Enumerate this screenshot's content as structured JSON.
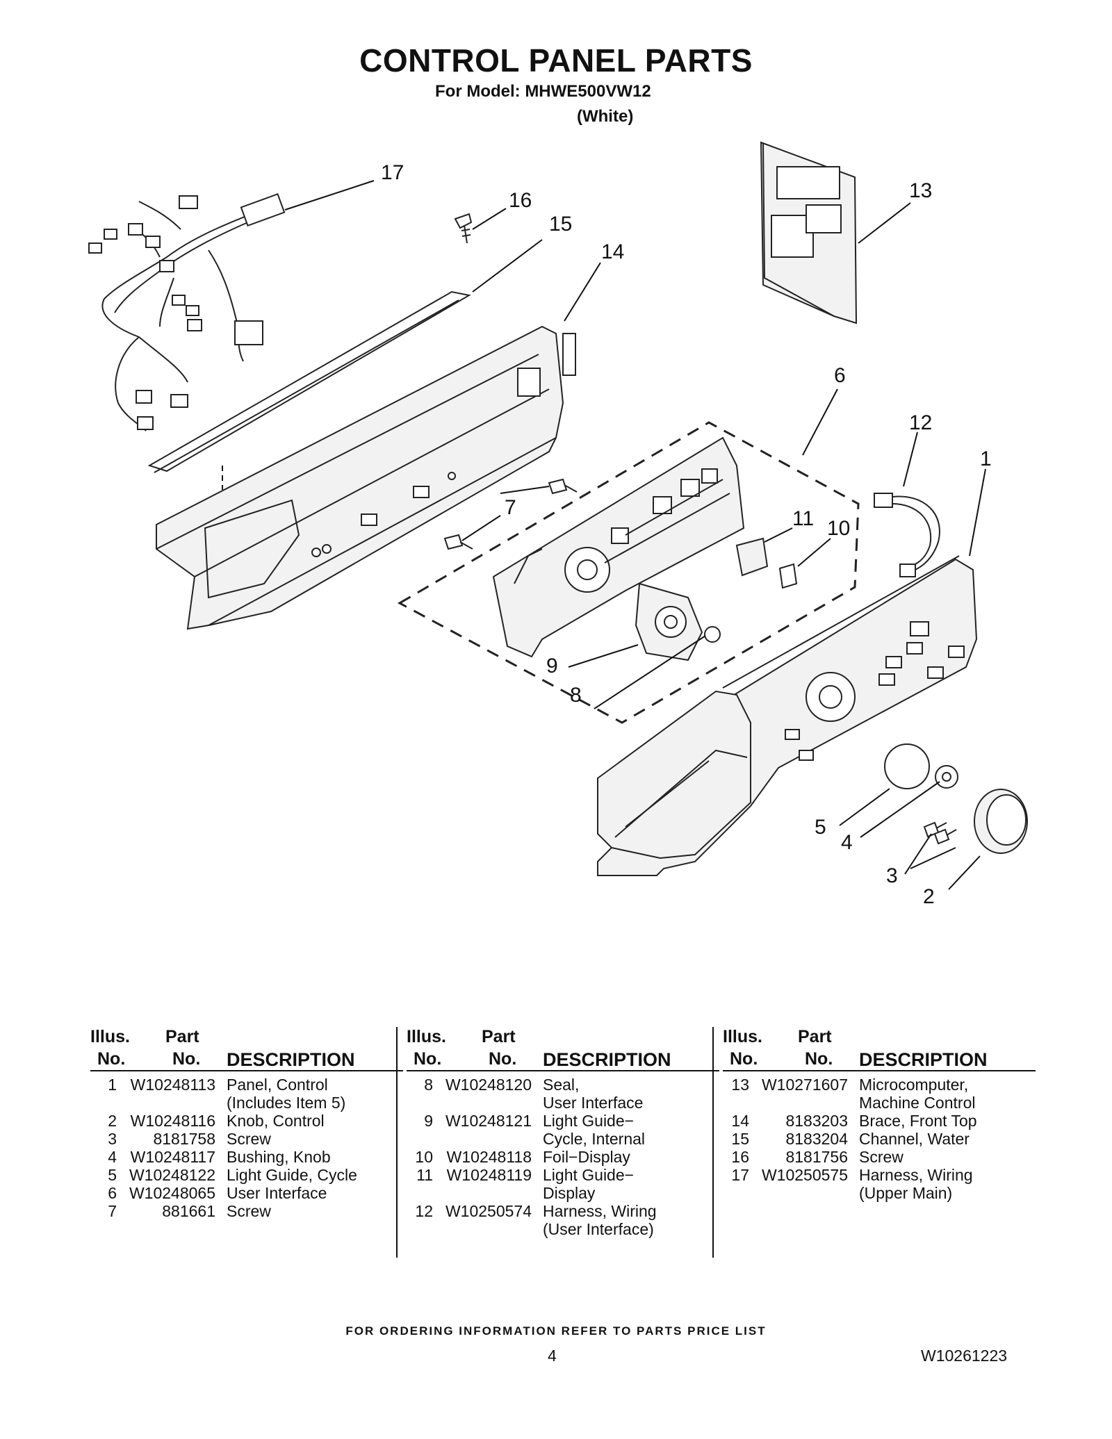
{
  "header": {
    "title": "CONTROL PANEL PARTS",
    "model_line": "For Model: MHWE500VW12",
    "color_line": "(White)"
  },
  "diagram": {
    "callouts": [
      "17",
      "16",
      "15",
      "14",
      "13",
      "6",
      "12",
      "1",
      "11",
      "10",
      "7",
      "7",
      "9",
      "8",
      "5",
      "4",
      "3",
      "2"
    ]
  },
  "tables": [
    {
      "headers": {
        "illus_top": "Illus.",
        "illus_bottom": "No.",
        "part_top": "Part",
        "part_bottom": "No.",
        "description": "DESCRIPTION"
      },
      "rows": [
        {
          "no": "1",
          "part": "W10248113",
          "desc": [
            "Panel, Control",
            "(Includes Item 5)"
          ]
        },
        {
          "no": "2",
          "part": "W10248116",
          "desc": [
            "Knob, Control"
          ]
        },
        {
          "no": "3",
          "part": "8181758",
          "desc": [
            "Screw"
          ]
        },
        {
          "no": "4",
          "part": "W10248117",
          "desc": [
            "Bushing, Knob"
          ]
        },
        {
          "no": "5",
          "part": "W10248122",
          "desc": [
            "Light Guide, Cycle"
          ]
        },
        {
          "no": "6",
          "part": "W10248065",
          "desc": [
            "User Interface"
          ]
        },
        {
          "no": "7",
          "part": "881661",
          "desc": [
            "Screw"
          ]
        }
      ]
    },
    {
      "headers": {
        "illus_top": "Illus.",
        "illus_bottom": "No.",
        "part_top": "Part",
        "part_bottom": "No.",
        "description": "DESCRIPTION"
      },
      "rows": [
        {
          "no": "8",
          "part": "W10248120",
          "desc": [
            "Seal,",
            "User Interface"
          ]
        },
        {
          "no": "9",
          "part": "W10248121",
          "desc": [
            "Light Guide−",
            "Cycle, Internal"
          ]
        },
        {
          "no": "10",
          "part": "W10248118",
          "desc": [
            "Foil−Display"
          ]
        },
        {
          "no": "11",
          "part": "W10248119",
          "desc": [
            "Light Guide−",
            "Display"
          ]
        },
        {
          "no": "12",
          "part": "W10250574",
          "desc": [
            "Harness, Wiring",
            "(User Interface)"
          ]
        }
      ]
    },
    {
      "headers": {
        "illus_top": "Illus.",
        "illus_bottom": "No.",
        "part_top": "Part",
        "part_bottom": "No.",
        "description": "DESCRIPTION"
      },
      "rows": [
        {
          "no": "13",
          "part": "W10271607",
          "desc": [
            "Microcomputer,",
            "Machine Control"
          ]
        },
        {
          "no": "14",
          "part": "8183203",
          "desc": [
            "Brace, Front Top"
          ]
        },
        {
          "no": "15",
          "part": "8183204",
          "desc": [
            "Channel, Water"
          ]
        },
        {
          "no": "16",
          "part": "8181756",
          "desc": [
            "Screw"
          ]
        },
        {
          "no": "17",
          "part": "W10250575",
          "desc": [
            "Harness, Wiring",
            "(Upper Main)"
          ]
        }
      ]
    }
  ],
  "footer": {
    "note": "FOR ORDERING INFORMATION REFER TO PARTS PRICE LIST",
    "page_number": "4",
    "document_number": "W10261223"
  }
}
